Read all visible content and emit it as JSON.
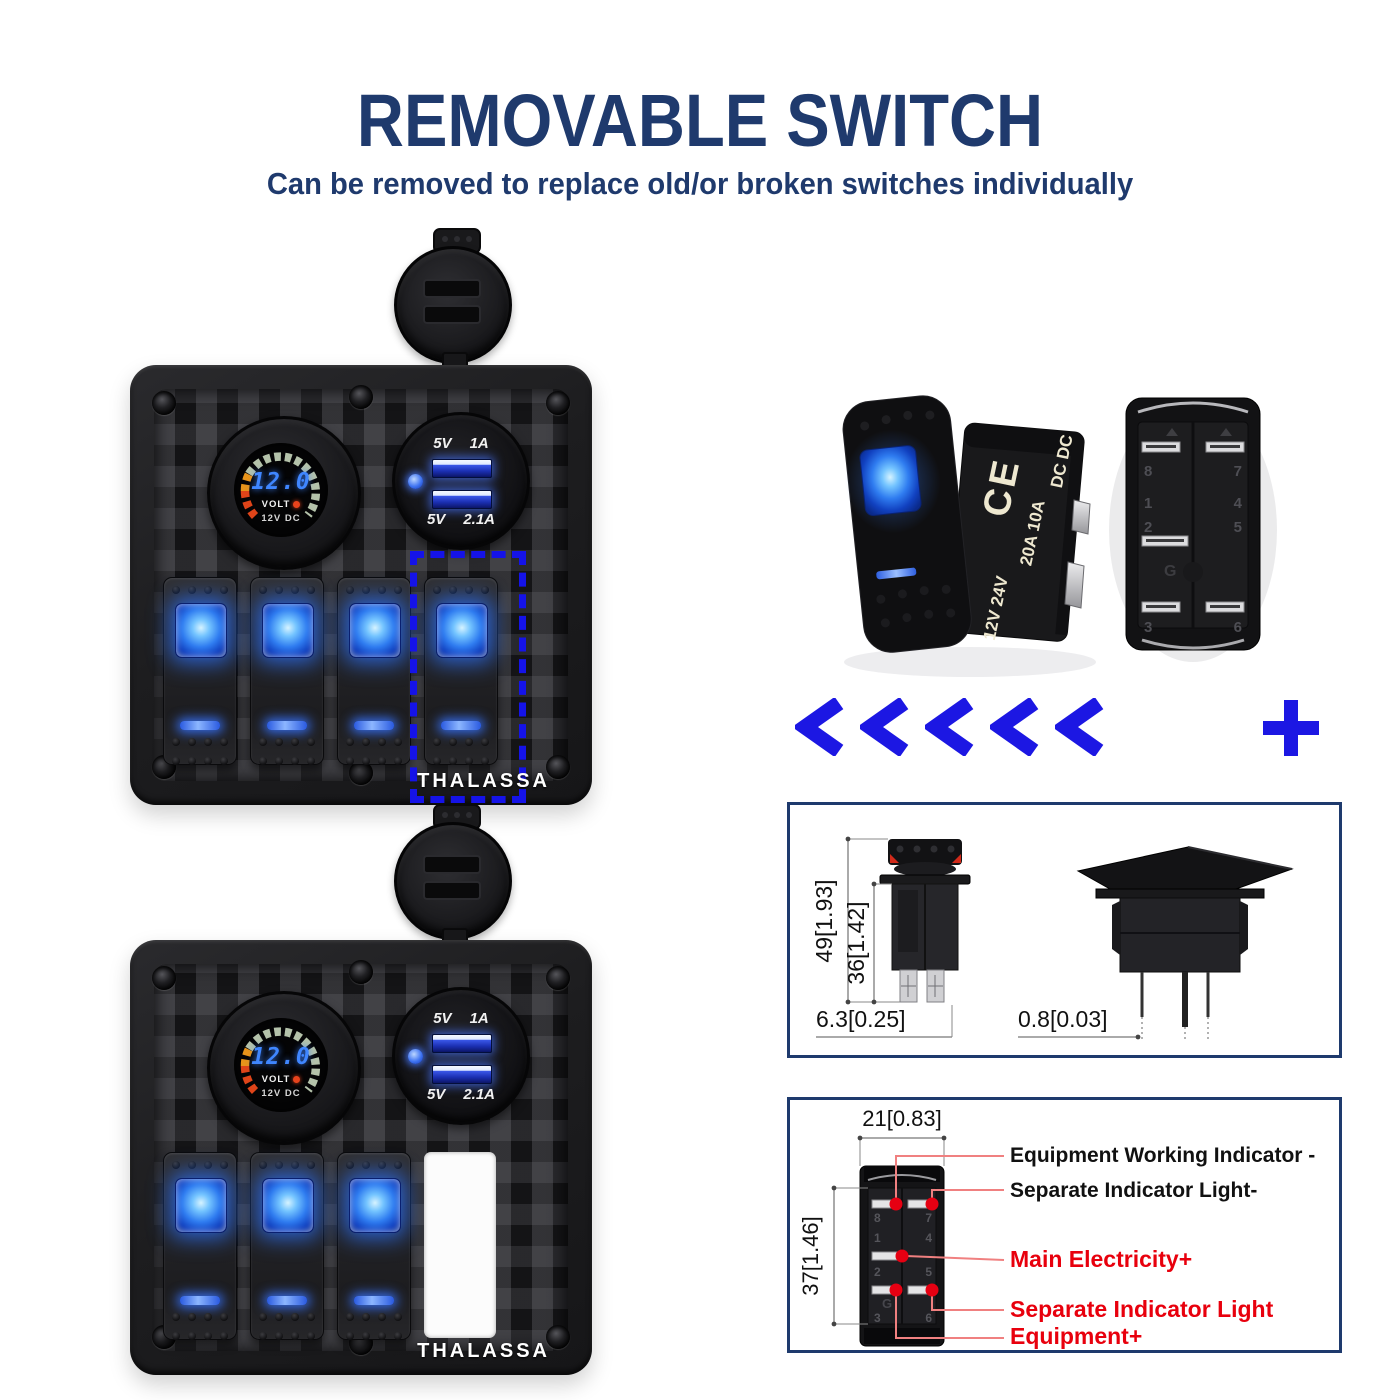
{
  "header": {
    "title": "REMOVABLE SWITCH",
    "subtitle": "Can be removed to replace old/or broken switches individually"
  },
  "panels": {
    "top": {
      "voltmeter": {
        "reading": "12.0",
        "unit_label": "VOLT",
        "sub_label": "12V DC"
      },
      "usb_charger": {
        "port1_voltage": "5V",
        "port1_current": "1A",
        "port2_voltage": "5V",
        "port2_current": "2.1A"
      },
      "brand": "THALASSA"
    },
    "bottom": {
      "voltmeter": {
        "reading": "12.0",
        "unit_label": "VOLT",
        "sub_label": "12V DC"
      },
      "usb_charger": {
        "port1_voltage": "5V",
        "port1_current": "1A",
        "port2_voltage": "5V",
        "port2_current": "2.1A"
      },
      "brand": "THALASSA"
    }
  },
  "product_views": {
    "side_view": {
      "cert_mark": "CE",
      "type_rating": "DC DC",
      "current_rating": "20A 10A",
      "voltage_rating": "12V 24V"
    },
    "back_view": {
      "terminal_numbers": [
        "8",
        "1",
        "2",
        "3",
        "7",
        "4",
        "5",
        "6"
      ],
      "ground_label": "G"
    }
  },
  "dimension_diagram": {
    "height_total": "49[1.93]",
    "height_body": "36[1.42]",
    "pin_offset": "6.3[0.25]",
    "pin_thickness": "0.8[0.03]"
  },
  "wiring_diagram": {
    "width_dim": "21[0.83]",
    "height_dim": "37[1.46]",
    "labels": {
      "neg1": "Equipment Working Indicator -",
      "neg2": "Separate Indicator Light-",
      "pos1": "Main Electricity+",
      "pos2": "Separate Indicator Light",
      "pos3": "Equipment+"
    }
  },
  "colors": {
    "navy": "#1f3a6d",
    "accent_blue": "#1513e8",
    "red": "#e8000d",
    "led_blue": "#2f7cf0"
  }
}
